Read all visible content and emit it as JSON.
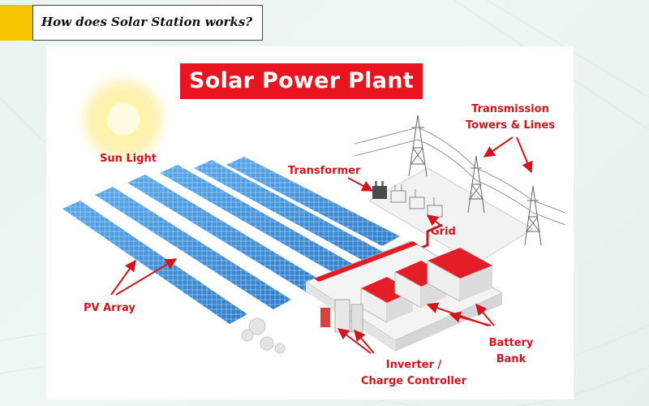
{
  "header": {
    "question": "How does Solar Station works?"
  },
  "diagram": {
    "title": "Solar Power Plant",
    "labels": {
      "sun_light": "Sun Light",
      "transmission_line1": "Transmission",
      "transmission_line2": "Towers & Lines",
      "transformer": "Transformer",
      "grid": "Grid",
      "pv_array": "PV Array",
      "battery_line1": "Battery",
      "battery_line2": "Bank",
      "inverter_line1": "Inverter /",
      "inverter_line2": "Charge Controller"
    },
    "colors": {
      "accent_red": "#e8141f",
      "label_red": "#d3141c",
      "panel_blue": "#3d8fd8",
      "header_yellow": "#f4c400",
      "sun_yellow": "#fff3a8"
    }
  }
}
